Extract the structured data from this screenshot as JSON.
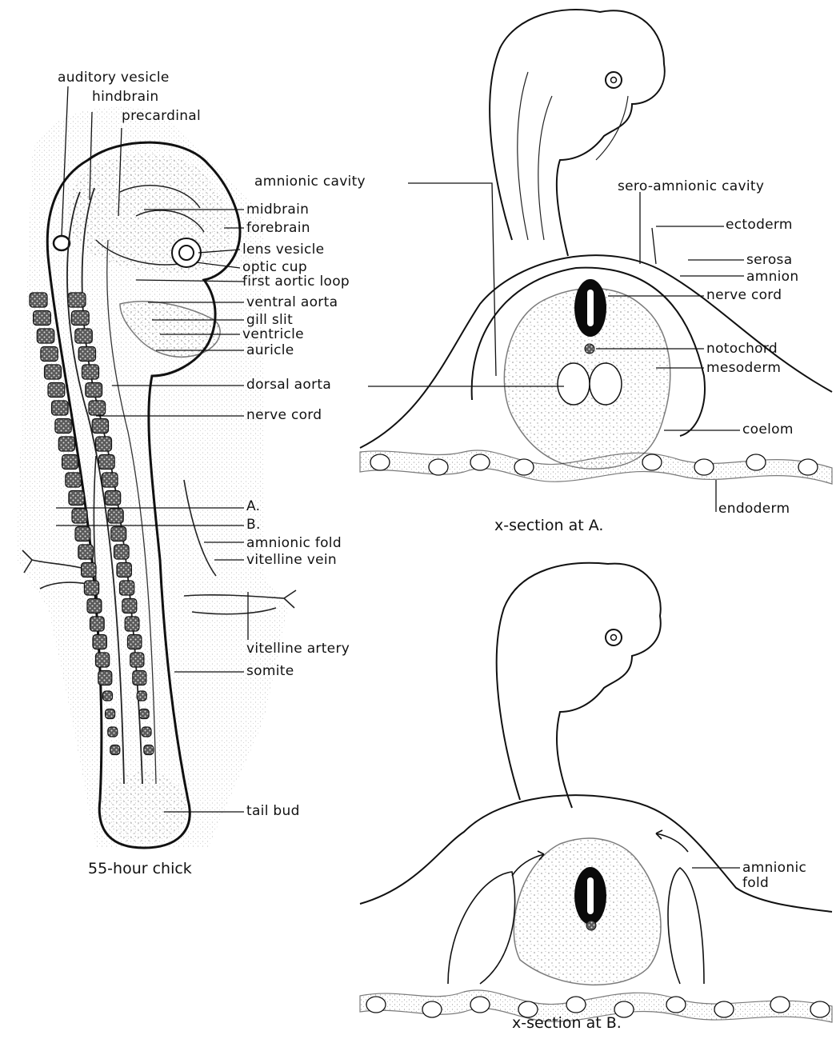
{
  "figure": {
    "panels": {
      "whole_embryo": {
        "caption": "55-hour chick",
        "labels": {
          "auditory_vesicle": "auditory vesicle",
          "hindbrain": "hindbrain",
          "precardinal": "precardinal",
          "midbrain": "midbrain",
          "forebrain": "forebrain",
          "lens_vesicle": "lens vesicle",
          "optic_cup": "optic cup",
          "first_aortic_loop": "first aortic loop",
          "ventral_aorta": "ventral aorta",
          "gill_slit": "gill slit",
          "ventricle": "ventricle",
          "auricle": "auricle",
          "dorsal_aorta": "dorsal aorta",
          "nerve_cord": "nerve cord",
          "level_a": "A.",
          "level_b": "B.",
          "amnionic_fold": "amnionic fold",
          "vitelline_vein": "vitelline vein",
          "vitelline_artery": "vitelline artery",
          "somite": "somite",
          "tail_bud": "tail bud"
        }
      },
      "section_a": {
        "caption": "x-section at A.",
        "labels": {
          "amnionic_cavity": "amnionic cavity",
          "sero_amnionic_cavity": "sero-amnionic cavity",
          "ectoderm": "ectoderm",
          "serosa": "serosa",
          "amnion": "amnion",
          "nerve_cord": "nerve cord",
          "notochord": "notochord",
          "mesoderm": "mesoderm",
          "coelom": "coelom",
          "endoderm": "endoderm"
        }
      },
      "section_b": {
        "caption": "x-section at B.",
        "labels": {
          "amnionic_fold": "amnionic fold"
        }
      }
    }
  }
}
